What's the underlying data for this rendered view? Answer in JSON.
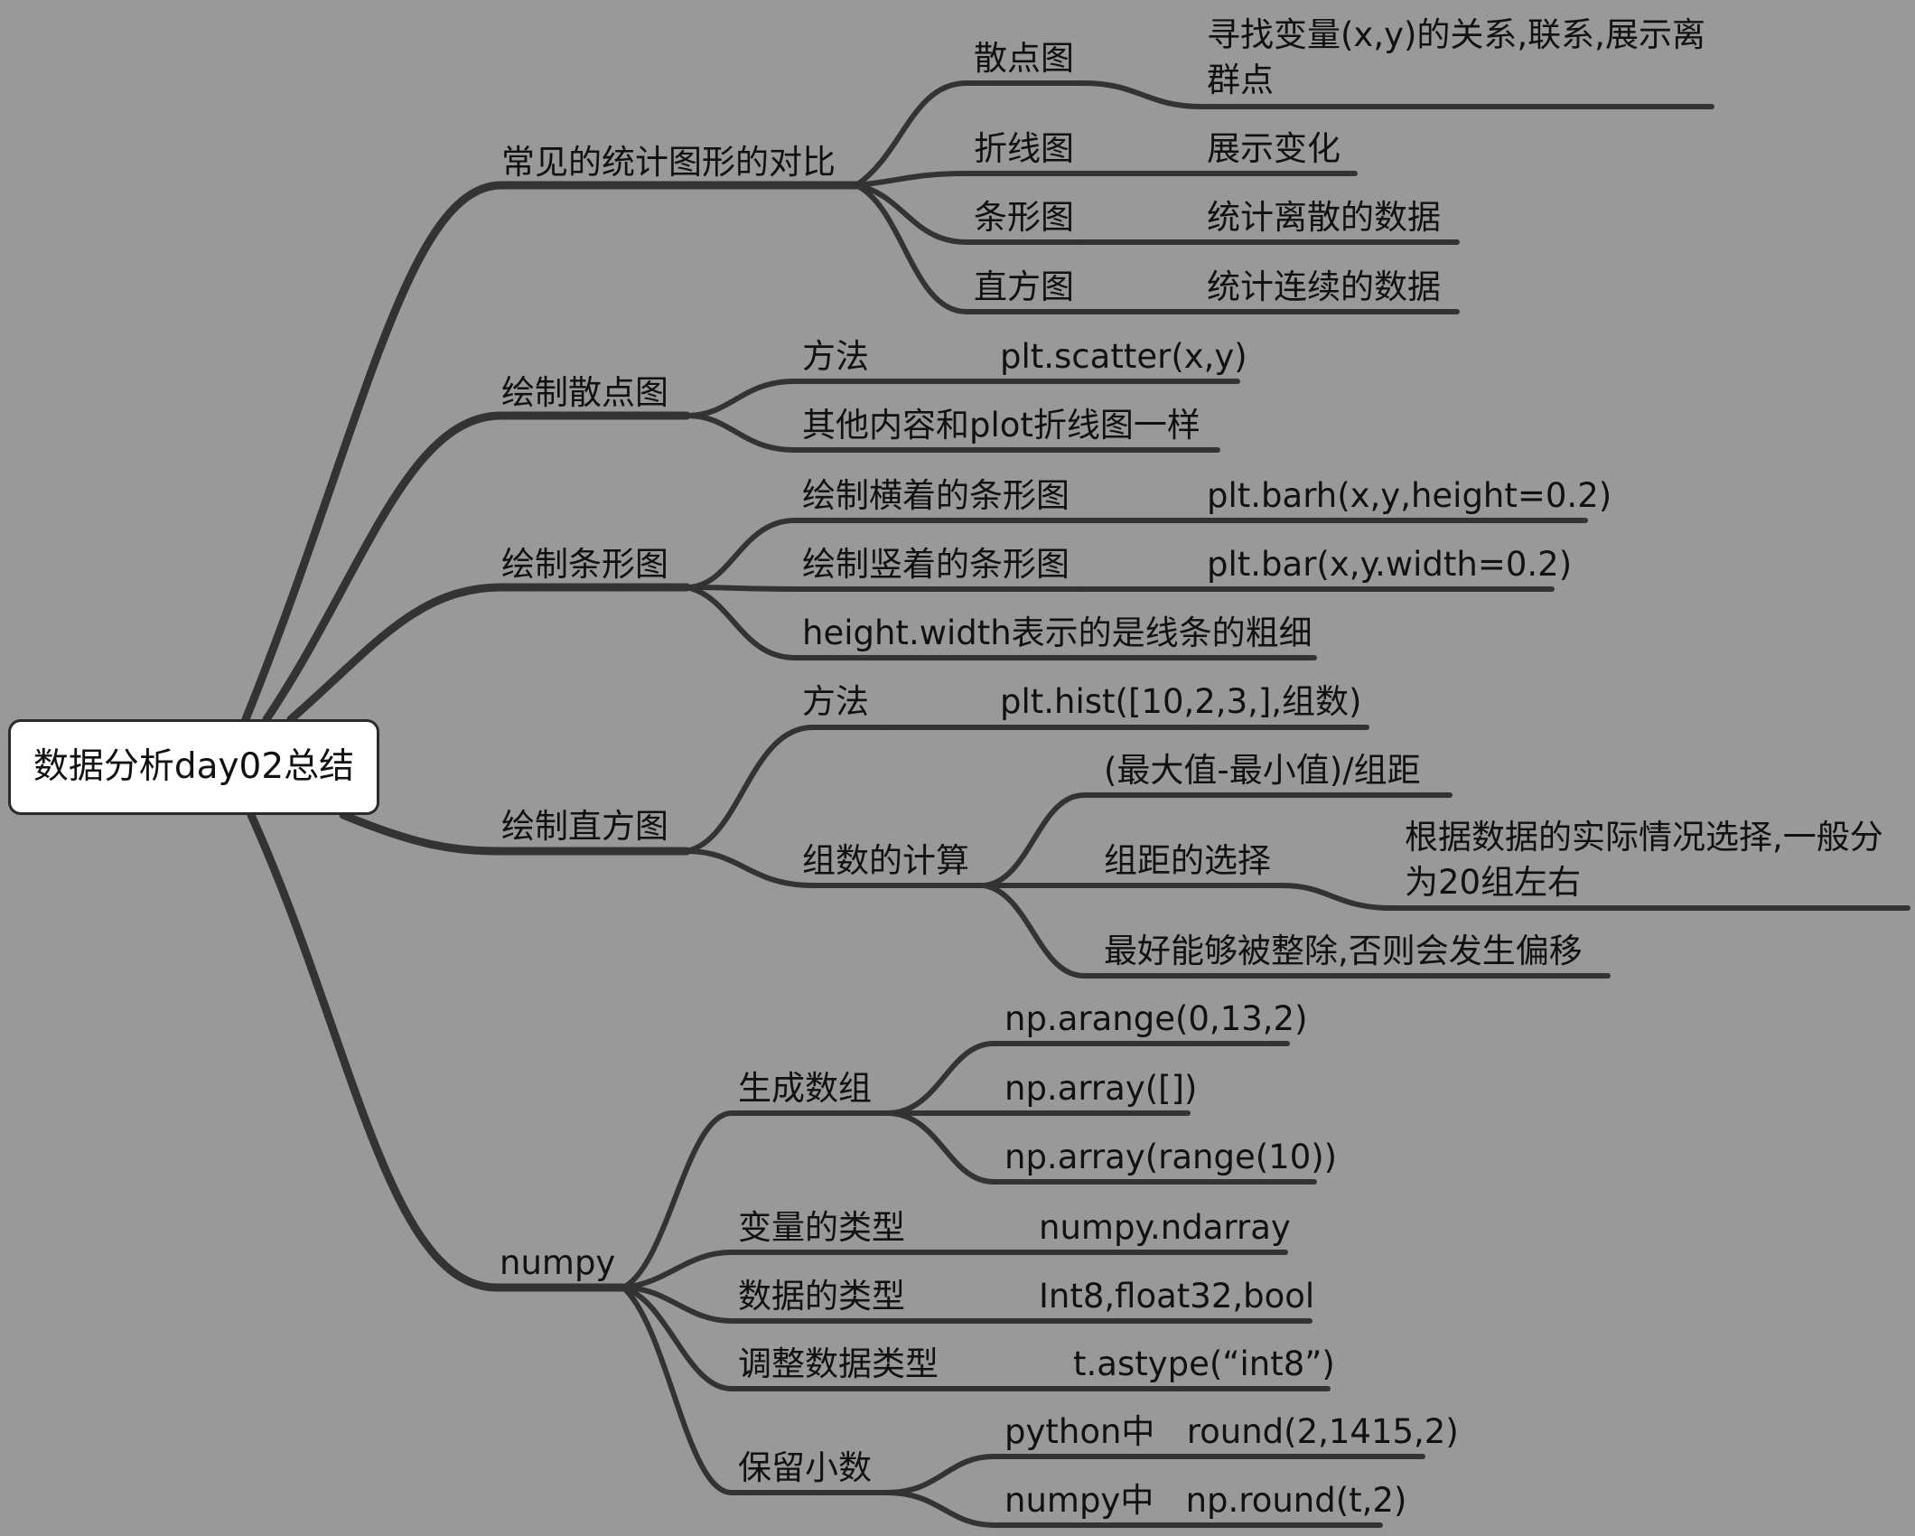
{
  "root": "数据分析day02总结",
  "sections": {
    "compare": {
      "label": "常见的统计图形的对比",
      "items": [
        {
          "label": "散点图",
          "desc": "寻找变量(x,y)的关系,联系,展示离群点"
        },
        {
          "label": "折线图",
          "desc": "展示变化"
        },
        {
          "label": "条形图",
          "desc": "统计离散的数据"
        },
        {
          "label": "直方图",
          "desc": "统计连续的数据"
        }
      ]
    },
    "scatter": {
      "label": "绘制散点图",
      "method": "方法",
      "method_value": "plt.scatter(x,y)",
      "other": "其他内容和plot折线图一样"
    },
    "bar": {
      "label": "绘制条形图",
      "horizontal": "绘制横着的条形图",
      "horizontal_value": "plt.barh(x,y,height=0.2)",
      "vertical": "绘制竖着的条形图",
      "vertical_value": "plt.bar(x,y.width=0.2)",
      "note": "height.width表示的是线条的粗细"
    },
    "hist": {
      "label": "绘制直方图",
      "method": "方法",
      "method_value": "plt.hist([10,2,3,],组数)",
      "bins": "组数的计算",
      "formula": "(最大值-最小值)/组距",
      "width_choice": "组距的选择",
      "width_choice_value": "根据数据的实际情况选择,一般分为20组左右",
      "divisible": "最好能够被整除,否则会发生偏移"
    },
    "numpy": {
      "label": "numpy",
      "gen": "生成数组",
      "gen_items": [
        "np.arange(0,13,2)",
        "np.array([])",
        "np.array(range(10))"
      ],
      "var_type": "变量的类型",
      "var_type_value": "numpy.ndarray",
      "data_type": "数据的类型",
      "data_type_value": "Int8,float32,bool",
      "astype": "调整数据类型",
      "astype_value": "t.astype(“int8”)",
      "round": "保留小数",
      "round_items": [
        "python中   round(2,1415,2)",
        "numpy中   np.round(t,2)"
      ]
    }
  }
}
